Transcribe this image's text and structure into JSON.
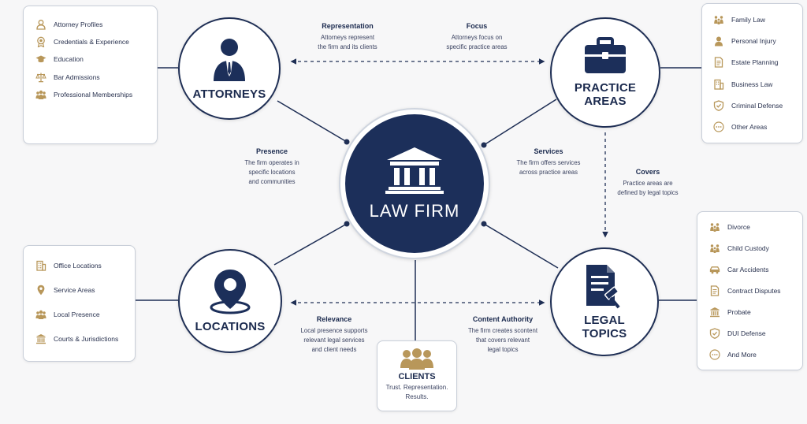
{
  "center": {
    "title": "LAW FIRM"
  },
  "nodes": {
    "attorneys": {
      "title": "ATTORNEYS"
    },
    "practice": {
      "title_line1": "PRACTICE",
      "title_line2": "AREAS"
    },
    "locations": {
      "title": "LOCATIONS"
    },
    "legal": {
      "title_line1": "LEGAL",
      "title_line2": "TOPICS"
    },
    "clients": {
      "title": "CLIENTS",
      "sub_line1": "Trust. Representation.",
      "sub_line2": "Results."
    }
  },
  "lists": {
    "attorneys": [
      {
        "label": "Attorney Profiles",
        "icon": "person-outline-icon"
      },
      {
        "label": "Credentials & Experience",
        "icon": "award-icon"
      },
      {
        "label": "Education",
        "icon": "graduation-cap-icon"
      },
      {
        "label": "Bar Admissions",
        "icon": "scales-icon"
      },
      {
        "label": "Professional Memberships",
        "icon": "group-icon"
      }
    ],
    "practice": [
      {
        "label": "Family Law",
        "icon": "family-icon"
      },
      {
        "label": "Personal Injury",
        "icon": "person-icon"
      },
      {
        "label": "Estate Planning",
        "icon": "document-icon"
      },
      {
        "label": "Business Law",
        "icon": "building-icon"
      },
      {
        "label": "Criminal Defense",
        "icon": "shield-icon"
      },
      {
        "label": "Other Areas",
        "icon": "ellipsis-icon"
      }
    ],
    "locations": [
      {
        "label": "Office Locations",
        "icon": "office-building-icon"
      },
      {
        "label": "Service Areas",
        "icon": "map-pin-icon"
      },
      {
        "label": "Local Presence",
        "icon": "group-icon"
      },
      {
        "label": "Courts & Jurisdictions",
        "icon": "courthouse-icon"
      }
    ],
    "legal": [
      {
        "label": "Divorce",
        "icon": "family-icon"
      },
      {
        "label": "Child Custody",
        "icon": "family-icon"
      },
      {
        "label": "Car Accidents",
        "icon": "car-icon"
      },
      {
        "label": "Contract Disputes",
        "icon": "document-icon"
      },
      {
        "label": "Probate",
        "icon": "courthouse-icon"
      },
      {
        "label": "DUI Defense",
        "icon": "shield-icon"
      },
      {
        "label": "And More",
        "icon": "ellipsis-icon"
      }
    ]
  },
  "edges": {
    "representation": {
      "title": "Representation",
      "line1": "Attorneys represent",
      "line2": "the firm and its clients"
    },
    "focus": {
      "title": "Focus",
      "line1": "Attorneys focus on",
      "line2": "specific practice areas"
    },
    "presence": {
      "title": "Presence",
      "line1": "The firm operates in",
      "line2": "specific locations",
      "line3": "and communities"
    },
    "services": {
      "title": "Services",
      "line1": "The firm offers services",
      "line2": "across practice areas"
    },
    "covers": {
      "title": "Covers",
      "line1": "Practice areas are",
      "line2": "defined by legal topics"
    },
    "relevance": {
      "title": "Relevance",
      "line1": "Local presence supports",
      "line2": "relevant legal services",
      "line3": "and client needs"
    },
    "content_authority": {
      "title": "Content Authority",
      "line1": "The firm creates scontent",
      "line2": "that covers relevant",
      "line3": "legal topics"
    }
  },
  "colors": {
    "navy": "#1c2f5a",
    "gold": "#b8975a",
    "line": "#1f2f55"
  }
}
